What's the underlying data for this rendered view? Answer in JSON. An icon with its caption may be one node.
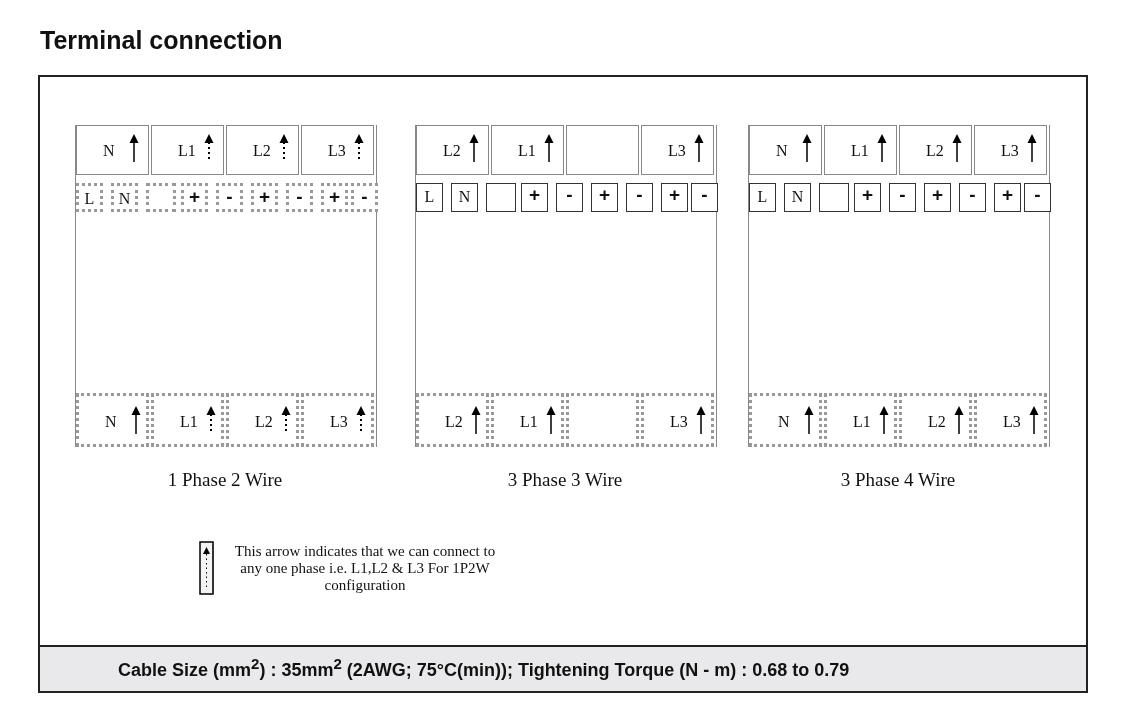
{
  "diagram": {
    "title": "Terminal connection",
    "nodes": [
      {
        "text": [],
        "shape": "box",
        "beside": [
          "1 Phase 2 Wire"
        ]
      },
      {
        "text": [
          "N"
        ],
        "in": 0
      },
      {
        "text": [
          "L1"
        ],
        "in": 0
      },
      {
        "text": [
          "L2"
        ],
        "in": 0
      },
      {
        "text": [
          "L3"
        ],
        "in": 0
      },
      {
        "text": [
          "L"
        ],
        "in": 0
      },
      {
        "text": [
          "N"
        ],
        "in": 0
      },
      {
        "text": [],
        "shape": "box",
        "in": 0
      },
      {
        "text": [
          "+"
        ],
        "in": 0
      },
      {
        "text": [
          "-"
        ],
        "in": 0
      },
      {
        "text": [
          "+"
        ],
        "in": 0
      },
      {
        "text": [
          "-"
        ],
        "in": 0
      },
      {
        "text": [
          "+"
        ],
        "in": 0
      },
      {
        "text": [
          "-"
        ],
        "in": 0
      },
      {
        "text": [
          "N"
        ],
        "in": 0
      },
      {
        "text": [
          "L1"
        ],
        "in": 0
      },
      {
        "text": [
          "L2"
        ],
        "in": 0
      },
      {
        "text": [
          "L3"
        ],
        "in": 0
      },
      {
        "text": [],
        "shape": "box",
        "beside": [
          "3 Phase 3 Wire"
        ]
      },
      {
        "text": [
          "L2"
        ],
        "in": 18
      },
      {
        "text": [
          "L1"
        ],
        "in": 18
      },
      {
        "text": [],
        "shape": "box",
        "in": 18
      },
      {
        "text": [
          "L3"
        ],
        "in": 18
      },
      {
        "text": [
          "L"
        ],
        "in": 18
      },
      {
        "text": [
          "N"
        ],
        "in": 18
      },
      {
        "text": [],
        "shape": "box",
        "in": 18
      },
      {
        "text": [
          "+"
        ],
        "in": 18
      },
      {
        "text": [
          "-"
        ],
        "in": 18
      },
      {
        "text": [
          "+"
        ],
        "in": 18
      },
      {
        "text": [
          "-"
        ],
        "in": 18
      },
      {
        "text": [
          "+"
        ],
        "in": 18
      },
      {
        "text": [
          "-"
        ],
        "in": 18
      },
      {
        "text": [
          "L2"
        ],
        "in": 18
      },
      {
        "text": [
          "L1"
        ],
        "in": 18
      },
      {
        "text": [],
        "shape": "box",
        "in": 18
      },
      {
        "text": [
          "L3"
        ],
        "in": 18
      },
      {
        "text": [],
        "shape": "box",
        "beside": [
          "3 Phase 4 Wire"
        ]
      },
      {
        "text": [
          "N"
        ],
        "in": 36
      },
      {
        "text": [
          "L1"
        ],
        "in": 36
      },
      {
        "text": [
          "L2"
        ],
        "in": 36
      },
      {
        "text": [
          "L3"
        ],
        "in": 36
      },
      {
        "text": [
          "L"
        ],
        "in": 36
      },
      {
        "text": [
          "N"
        ],
        "in": 36
      },
      {
        "text": [],
        "shape": "box",
        "in": 36
      },
      {
        "text": [
          "+"
        ],
        "in": 36
      },
      {
        "text": [
          "-"
        ],
        "in": 36
      },
      {
        "text": [
          "+"
        ],
        "in": 36
      },
      {
        "text": [
          "-"
        ],
        "in": 36
      },
      {
        "text": [
          "+"
        ],
        "in": 36
      },
      {
        "text": [
          "-"
        ],
        "in": 36
      },
      {
        "text": [
          "N"
        ],
        "in": 36
      },
      {
        "text": [
          "L1"
        ],
        "in": 36
      },
      {
        "text": [
          "L2"
        ],
        "in": 36
      },
      {
        "text": [
          "L3"
        ],
        "in": 36
      }
    ],
    "edges": [],
    "labels": [
      "Cable Size (mm$^{2}$) : 35mm$^{2}$ (2AWG; 75°C(min)); Tightening Torque (N - m) : 0.68 to 0.79"
    ],
    "legend": [
      {
        "text": "This arrow indicates that we can connect to any one phase i.e. L1,L2 & L3 For 1P2W configuration"
      }
    ]
  }
}
